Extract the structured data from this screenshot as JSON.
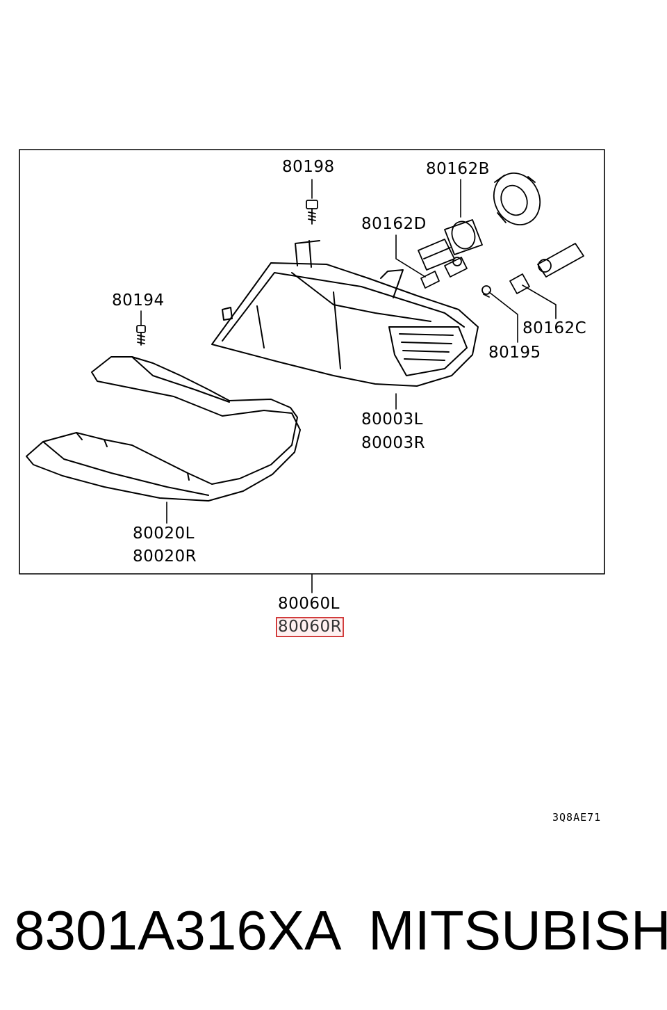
{
  "callouts": {
    "c80198": "80198",
    "c80162b": "80162B",
    "c80162d": "80162D",
    "c80194": "80194",
    "c80162c": "80162C",
    "c80195": "80195",
    "c80003l": "80003L",
    "c80003r": "80003R",
    "c80020l": "80020L",
    "c80020r": "80020R",
    "c80060l": "80060L",
    "c80060r": "80060R"
  },
  "highlighted_callout": "80060R",
  "highlight_color": "#d23c3c",
  "diagram_ref": "3Q8AE71",
  "footer": {
    "part_number": "8301A316XA",
    "brand": "MITSUBISHI"
  }
}
